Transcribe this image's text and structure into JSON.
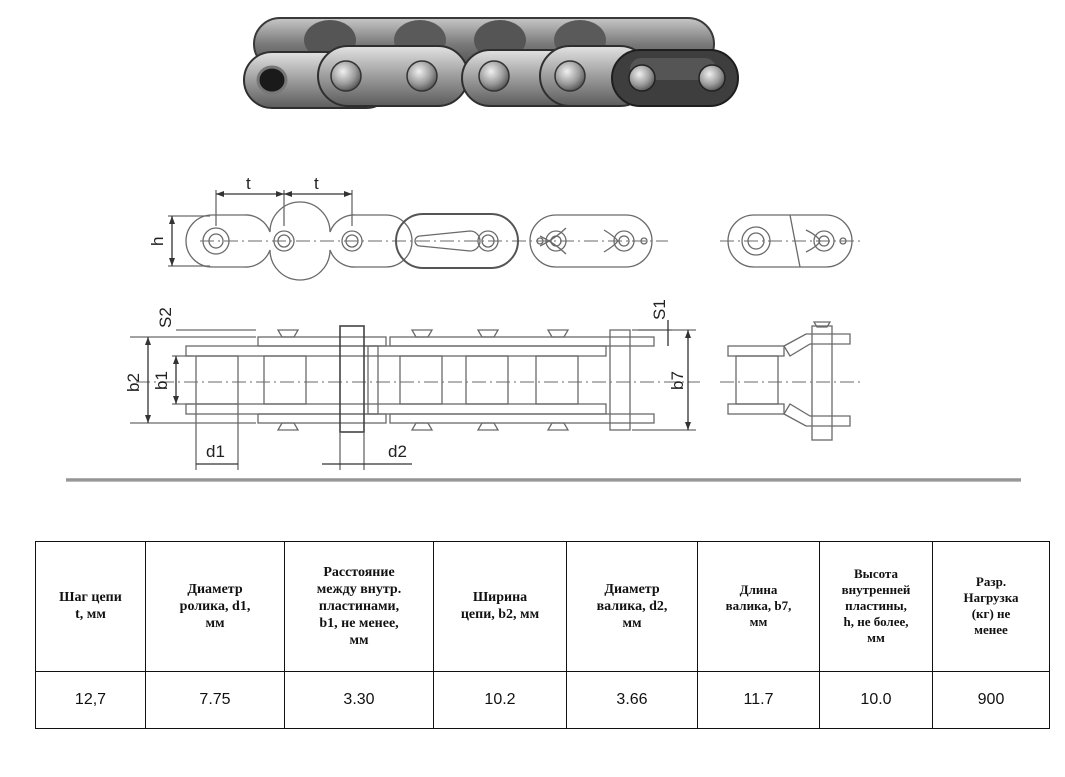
{
  "dimension_labels": {
    "pitch_1": "t",
    "pitch_2": "t",
    "height": "h",
    "s2": "S2",
    "s1": "S1",
    "b2": "b2",
    "b1": "b1",
    "b7": "b7",
    "d1": "d1",
    "d2": "d2"
  },
  "table": {
    "headers": [
      "Шаг цепи\nt, мм",
      "Диаметр\nролика, d1,\nмм",
      "Расстояние\nмежду внутр.\nпластинами,\nb1, не менее,\nмм",
      "Ширина\nцепи, b2, мм",
      "Диаметр\nвалика, d2,\nмм",
      "Длина\nвалика, b7,\nмм",
      "Высота\nвнутренней\nпластины,\nh, не более,\nмм",
      "Разр.\nНагрузка\n(кг) не\nменее"
    ],
    "values": [
      "12,7",
      "7.75",
      "3.30",
      "10.2",
      "3.66",
      "11.7",
      "10.0",
      "900"
    ]
  }
}
